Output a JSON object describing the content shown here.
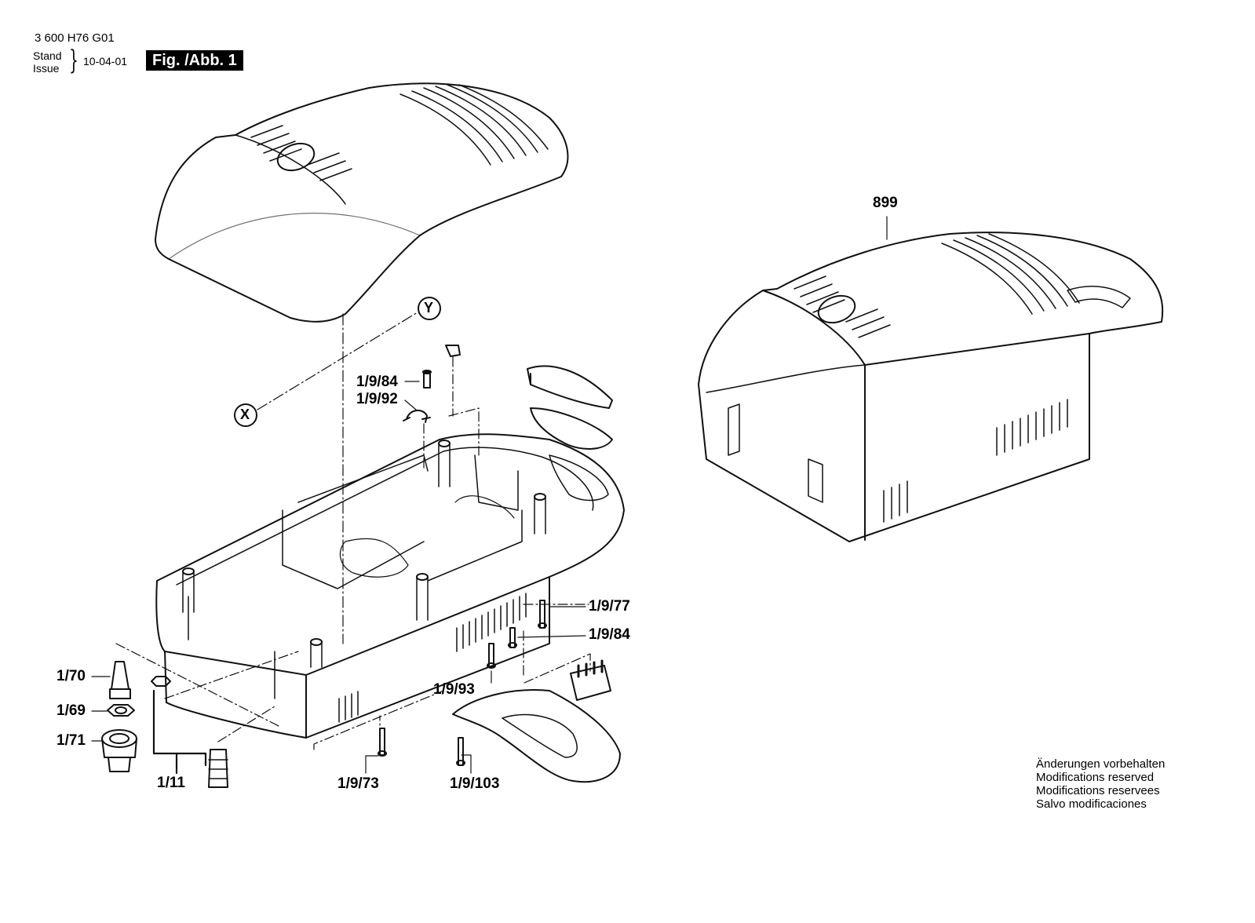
{
  "header": {
    "part_number": "3 600 H76 G01",
    "stand_label": "Stand",
    "issue_label": "Issue",
    "brace": "}",
    "date": "10-04-01",
    "figure": "Fig. /Abb. 1"
  },
  "callouts": {
    "c899": "899",
    "c1984a": "1/9/84",
    "c1992": "1/9/92",
    "c1977": "1/9/77",
    "c1984b": "1/9/84",
    "c1993": "1/9/93",
    "c1970": "1/70",
    "c1969": "1/69",
    "c1971": "1/71",
    "c111": "1/11",
    "c1973": "1/9/73",
    "c19103": "1/9/103"
  },
  "reference_markers": {
    "x": "X",
    "y": "Y"
  },
  "notes": [
    "Änderungen vorbehalten",
    "Modifications reserved",
    "Modifications reservees",
    "Salvo modificaciones"
  ]
}
